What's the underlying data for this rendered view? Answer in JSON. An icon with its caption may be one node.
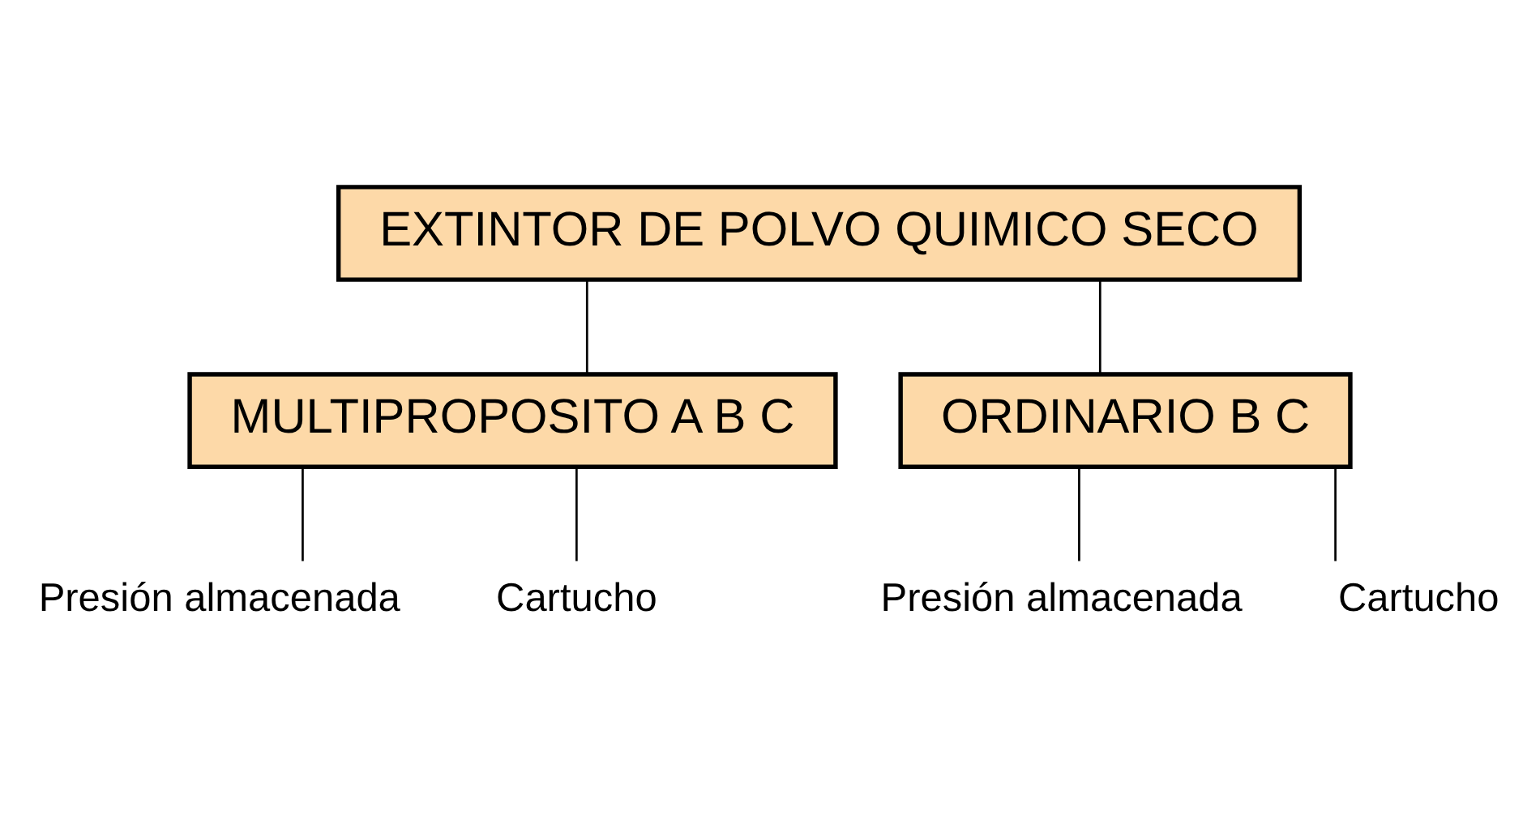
{
  "diagram": {
    "nodes": [
      {
        "text": [
          "EXTINTOR DE POLVO QUIMICO SECO"
        ]
      },
      {
        "text": [
          "MULTIPROPOSITO A B C"
        ]
      },
      {
        "text": [
          "ORDINARIO B C"
        ]
      },
      {
        "text": [
          "Presión almacenada"
        ]
      },
      {
        "text": [
          "Cartucho"
        ]
      },
      {
        "text": [
          "Presión almacenada"
        ]
      },
      {
        "text": [
          "Cartucho"
        ]
      }
    ],
    "edges": [
      {
        "from": 0,
        "to": 1,
        "arrow": "none"
      },
      {
        "from": 0,
        "to": 2,
        "arrow": "none"
      },
      {
        "from": 1,
        "to": 3,
        "arrow": "none"
      },
      {
        "from": 1,
        "to": 4,
        "arrow": "none"
      },
      {
        "from": 2,
        "to": 5,
        "arrow": "none"
      },
      {
        "from": 2,
        "to": 6,
        "arrow": "none"
      }
    ]
  }
}
